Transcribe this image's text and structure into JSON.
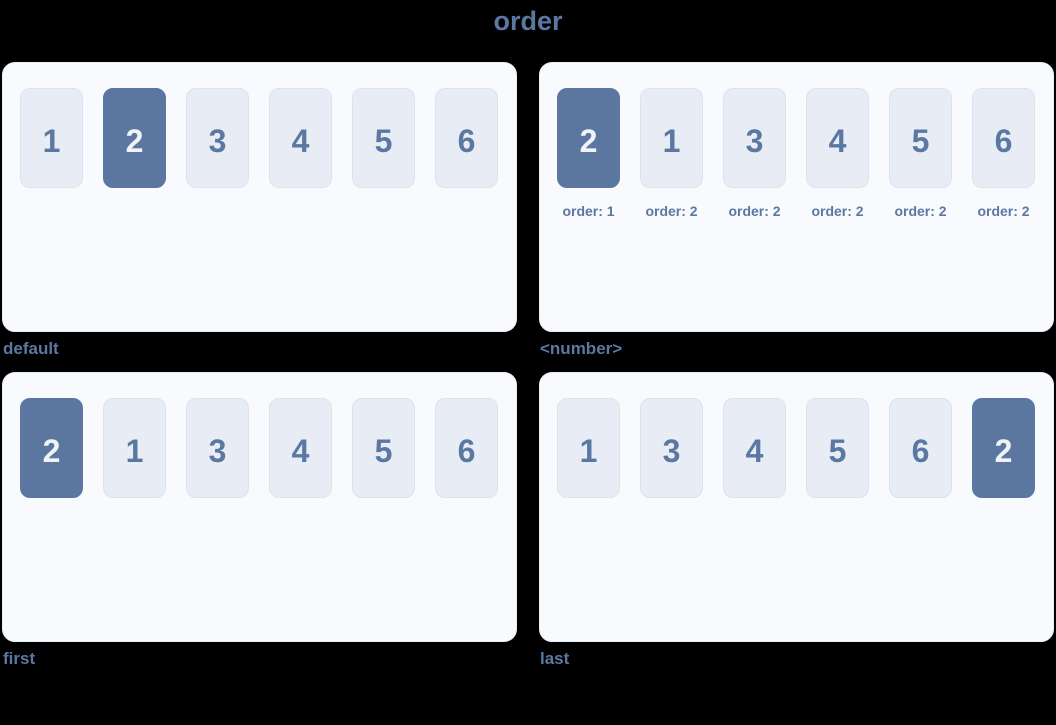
{
  "title": "order",
  "colors": {
    "page_bg": "#000000",
    "panel_bg": "#f8fafd",
    "panel_border": "#e9edf4",
    "box_bg": "#e8edf5",
    "box_border": "#dce3ef",
    "accent_text": "#5a78a2",
    "highlight_bg": "#5b77a0",
    "highlight_text": "#f0f4f9"
  },
  "panels": [
    {
      "caption": "default",
      "items": [
        {
          "label": "1",
          "highlight": false
        },
        {
          "label": "2",
          "highlight": true
        },
        {
          "label": "3",
          "highlight": false
        },
        {
          "label": "4",
          "highlight": false
        },
        {
          "label": "5",
          "highlight": false
        },
        {
          "label": "6",
          "highlight": false
        }
      ]
    },
    {
      "caption": "<number>",
      "items": [
        {
          "label": "2",
          "highlight": true,
          "order_label": "order: 1"
        },
        {
          "label": "1",
          "highlight": false,
          "order_label": "order: 2"
        },
        {
          "label": "3",
          "highlight": false,
          "order_label": "order: 2"
        },
        {
          "label": "4",
          "highlight": false,
          "order_label": "order: 2"
        },
        {
          "label": "5",
          "highlight": false,
          "order_label": "order: 2"
        },
        {
          "label": "6",
          "highlight": false,
          "order_label": "order: 2"
        }
      ]
    },
    {
      "caption": "first",
      "items": [
        {
          "label": "2",
          "highlight": true
        },
        {
          "label": "1",
          "highlight": false
        },
        {
          "label": "3",
          "highlight": false
        },
        {
          "label": "4",
          "highlight": false
        },
        {
          "label": "5",
          "highlight": false
        },
        {
          "label": "6",
          "highlight": false
        }
      ]
    },
    {
      "caption": "last",
      "items": [
        {
          "label": "1",
          "highlight": false
        },
        {
          "label": "3",
          "highlight": false
        },
        {
          "label": "4",
          "highlight": false
        },
        {
          "label": "5",
          "highlight": false
        },
        {
          "label": "6",
          "highlight": false
        },
        {
          "label": "2",
          "highlight": true
        }
      ]
    }
  ]
}
